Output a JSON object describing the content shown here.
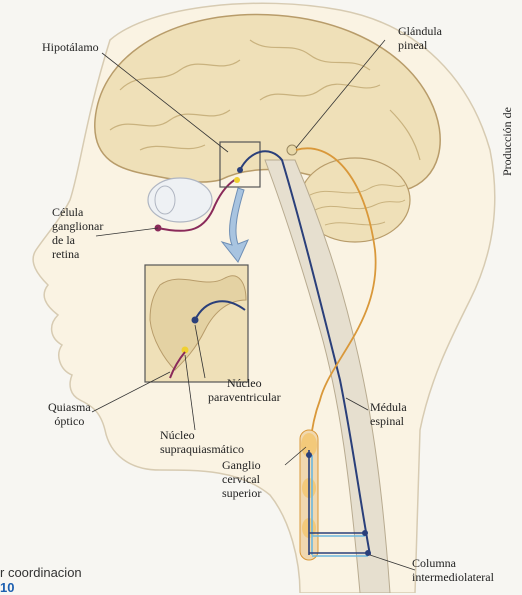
{
  "labels": {
    "hipotalamo": "Hipotálamo",
    "glandula_pineal": "Glándula\npineal",
    "celula_ganglionar": "Célula\nganglionar\nde la\nretina",
    "quiasma_optico": "Quiasma\nóptico",
    "nucleo_paraventricular": "Núcleo\nparaventricular",
    "nucleo_supraquiasmatico": "Núcleo\nsupraquiasmático",
    "medula_espinal": "Médula\nespinal",
    "ganglio_cervical": "Ganglio\ncervical\nsuperior",
    "columna_intermediolateral": "Columna\nintermediolateral",
    "produccion_de": "Producción de"
  },
  "footer": {
    "text": "r coordinacion",
    "number": "10"
  },
  "colors": {
    "skin": "#faf3e3",
    "brain": "#efe0b8",
    "brain_outline": "#b89c6a",
    "cord": "#e6dfcf",
    "nerve_blue": "#2a3f7a",
    "nerve_orange": "#d9983a",
    "nerve_yellow": "#f0d030",
    "retina_tract": "#8a2a5a",
    "arrow_fill": "#a8c4e0"
  }
}
